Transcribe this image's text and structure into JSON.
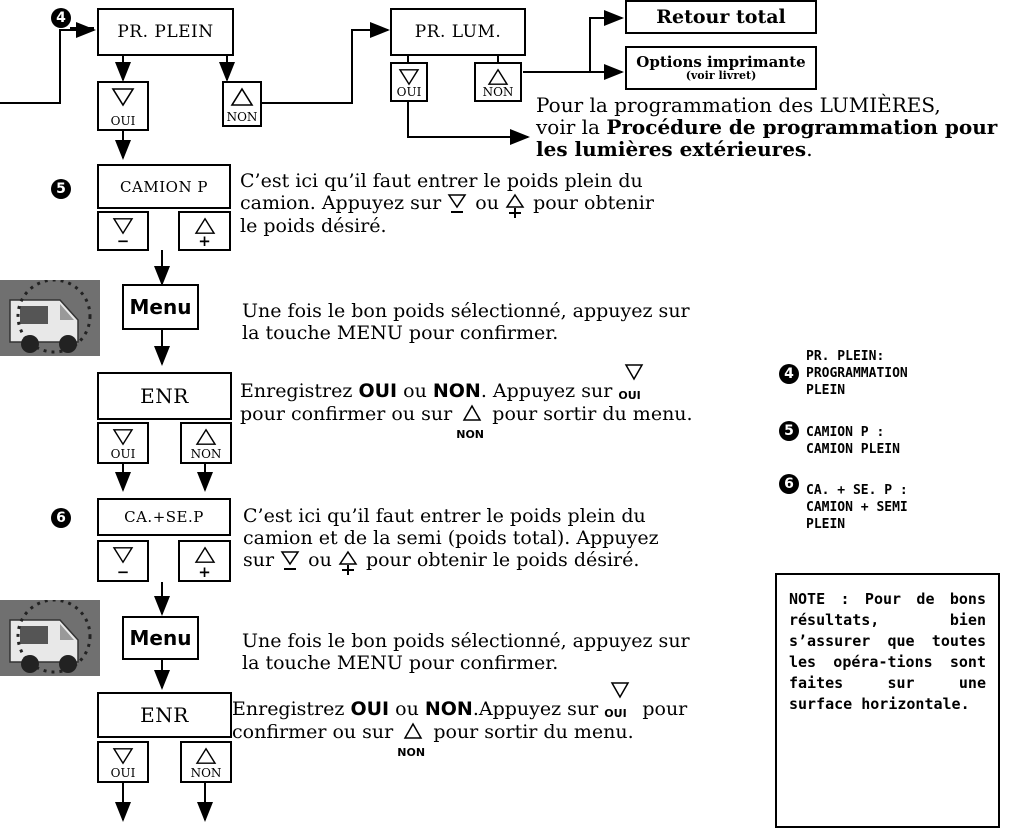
{
  "step4": {
    "number": "4",
    "box1": "PR. PLEIN",
    "oui": "OUI",
    "non": "NON",
    "box2": "PR. LUM.",
    "oui2": "OUI",
    "non2": "NON",
    "retour": "Retour total",
    "options_main": "Options imprimante",
    "options_sub": "(voir livret)",
    "lum_text_1": "Pour la programmation des LUMIÈRES,",
    "lum_text_2": "voir la ",
    "lum_text_bold1": "Procédure de programmation pour",
    "lum_text_bold2": "les lumières extérieures",
    "lum_text_end": "."
  },
  "step5": {
    "number": "5",
    "box": "CAMION P",
    "text_1": "C’est ici qu’il faut entrer le poids plein du",
    "text_2a": "camion. Appuyez sur",
    "text_2b": "ou",
    "text_2c": "pour obtenir",
    "text_3": "le poids désiré."
  },
  "menu1": {
    "button": "Menu",
    "text_1": "Une fois le bon poids sélectionné, appuyez sur",
    "text_2": "la touche MENU pour confirmer."
  },
  "enr1": {
    "box": "ENR",
    "oui": "OUI",
    "non": "NON",
    "text_a": "Enregistrez ",
    "text_oui": "OUI",
    "text_b": " ou ",
    "text_non": "NON",
    "text_c": ". Appuyez sur",
    "text_2a": "pour confirmer ou sur",
    "text_2b": "pour sortir du menu.",
    "icon_oui": "OUI",
    "icon_non": "NON"
  },
  "step6": {
    "number": "6",
    "box": "CA.+SE.P",
    "text_1": "C’est ici qu’il faut entrer le poids plein du",
    "text_2": "camion et de la semi (poids total). Appuyez",
    "text_3a": "sur",
    "text_3b": "ou",
    "text_3c": "pour obtenir le poids désiré."
  },
  "menu2": {
    "button": "Menu",
    "text_1": "Une fois le bon poids sélectionné, appuyez sur",
    "text_2": "la touche MENU pour confirmer."
  },
  "enr2": {
    "box": "ENR",
    "oui": "OUI",
    "non": "NON",
    "text_a": "Enregistrez ",
    "text_oui": "OUI",
    "text_b": " ou ",
    "text_non": "NON",
    "text_c": ".Appuyez sur",
    "text_d": "pour",
    "text_2a": "confirmer ou sur",
    "text_2b": "pour sortir du menu.",
    "icon_oui": "OUI",
    "icon_non": "NON"
  },
  "legend": [
    {
      "num": "4",
      "line1": "PR. PLEIN:",
      "line2": "PROGRAMMATION",
      "line3": "PLEIN"
    },
    {
      "num": "5",
      "line1": "CAMION P :",
      "line2": "CAMION PLEIN",
      "line3": ""
    },
    {
      "num": "6",
      "line1": "CA. + SE. P :",
      "line2": "CAMION + SEMI",
      "line3": "PLEIN"
    }
  ],
  "note": {
    "text": "NOTE : Pour de bons résultats, bien s’assurer que toutes les opéra-tions sont faites sur une surface horizontale."
  },
  "glyphs": {
    "minus": "−",
    "plus": "+"
  }
}
